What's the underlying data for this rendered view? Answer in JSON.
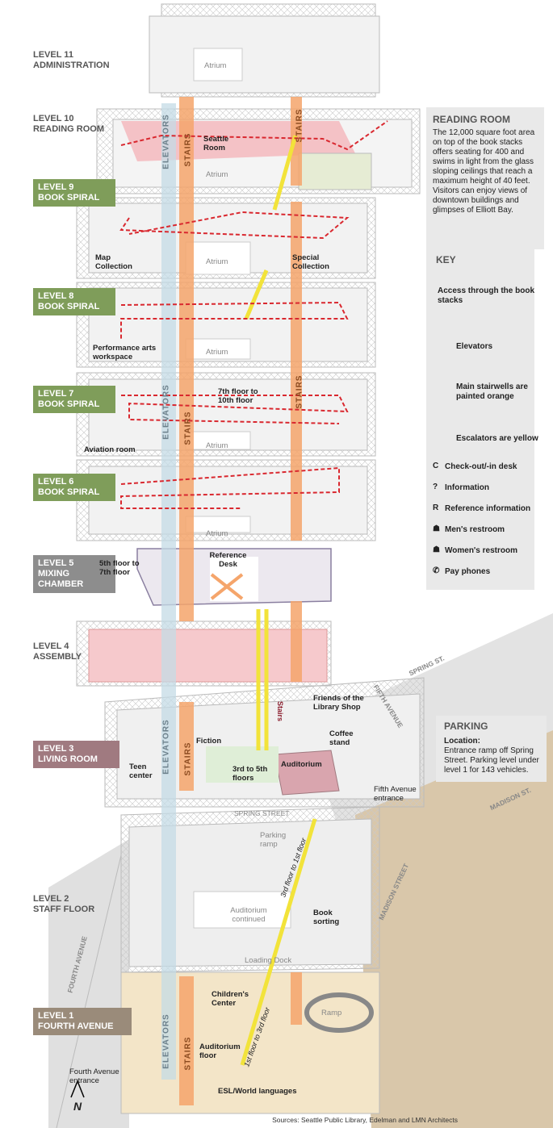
{
  "levels": [
    {
      "number": "LEVEL 11",
      "name": "ADMINISTRATION"
    },
    {
      "number": "LEVEL 10",
      "name": "READING ROOM"
    },
    {
      "number": "LEVEL 9",
      "name": "BOOK SPIRAL"
    },
    {
      "number": "LEVEL 8",
      "name": "BOOK SPIRAL"
    },
    {
      "number": "LEVEL 7",
      "name": "BOOK SPIRAL"
    },
    {
      "number": "LEVEL 6",
      "name": "BOOK SPIRAL"
    },
    {
      "number": "LEVEL 5",
      "name": "MIXING CHAMBER"
    },
    {
      "number": "LEVEL 4",
      "name": "ASSEMBLY"
    },
    {
      "number": "LEVEL 3",
      "name": "LIVING ROOM"
    },
    {
      "number": "LEVEL 2",
      "name": "STAFF FLOOR"
    },
    {
      "number": "LEVEL 1",
      "name": "FOURTH AVENUE"
    }
  ],
  "reading_room": {
    "title": "READING ROOM",
    "text": "The 12,000 square foot area on top of the book stacks offers seating for 400 and swims in light from the glass sloping ceilings that reach a maximum height of 40 feet. Visitors can enjoy views of downtown buildings and glimpses of Elliott Bay."
  },
  "key": {
    "title": "KEY",
    "items": [
      "Access through the book stacks",
      "Elevators",
      "Main stairwells are painted orange",
      "Escalators are yellow",
      "Check-out/-in desk",
      "Information",
      "Reference information",
      "Men's restroom",
      "Women's restroom",
      "Pay phones"
    ],
    "glyphs": [
      "C",
      "?",
      "R",
      "☗",
      "☗",
      "✆"
    ]
  },
  "parking": {
    "title": "PARKING",
    "location_label": "Location:",
    "text": "Entrance ramp off Spring Street. Parking level under level 1 for 143 vehicles."
  },
  "labels": {
    "atrium": "Atrium",
    "elevators": "ELEVATORS",
    "stairs": "STAIRS",
    "seattle_room": "Seattle Room",
    "map_collection": "Map Collection",
    "special_collection": "Special Collection",
    "performance": "Performance arts workspace",
    "seventh_tenth": "7th floor to 10th floor",
    "aviation": "Aviation room",
    "fifth_seventh": "5th floor to 7th floor",
    "reference_desk": "Reference Desk",
    "friends_shop": "Friends of the Library Shop",
    "coffee": "Coffee stand",
    "fiction": "Fiction",
    "teen": "Teen center",
    "third_fifth": "3rd to 5th floors",
    "auditorium": "Auditorium",
    "fifth_ave_entrance": "Fifth Avenue entrance",
    "spring_street": "SPRING STREET",
    "spring_st": "SPRING ST.",
    "fifth_avenue": "FIFTH AVENUE",
    "madison_st": "MADISON ST.",
    "madison_street": "MADISON STREET",
    "fourth_avenue": "FOURTH AVENUE",
    "parking_ramp": "Parking ramp",
    "third_first": "3rd floor to 1st floor",
    "auditorium_continued": "Auditorium continued",
    "book_sorting": "Book sorting",
    "loading_dock": "Loading Dock",
    "childrens_center": "Children's Center",
    "ramp": "Ramp",
    "auditorium_floor": "Auditorium floor",
    "first_third": "1st floor to 3rd floor",
    "fourth_ave_entrance": "Fourth Avenue entrance",
    "esl": "ESL/World languages",
    "north": "N",
    "stairs_small": "Stairs"
  },
  "sources": "Sources: Seattle Public Library, Edelman and LMN Architects",
  "colors": {
    "green_tab": "#7f9d5a",
    "grey_tab": "#8d8d8d",
    "mauve_tab": "#a07a80",
    "orange": "#f5a56b",
    "yellow": "#f2e33a",
    "red_path": "#d9282f",
    "elevator": "#c4dbe6",
    "floor": "#f0f0f0"
  }
}
